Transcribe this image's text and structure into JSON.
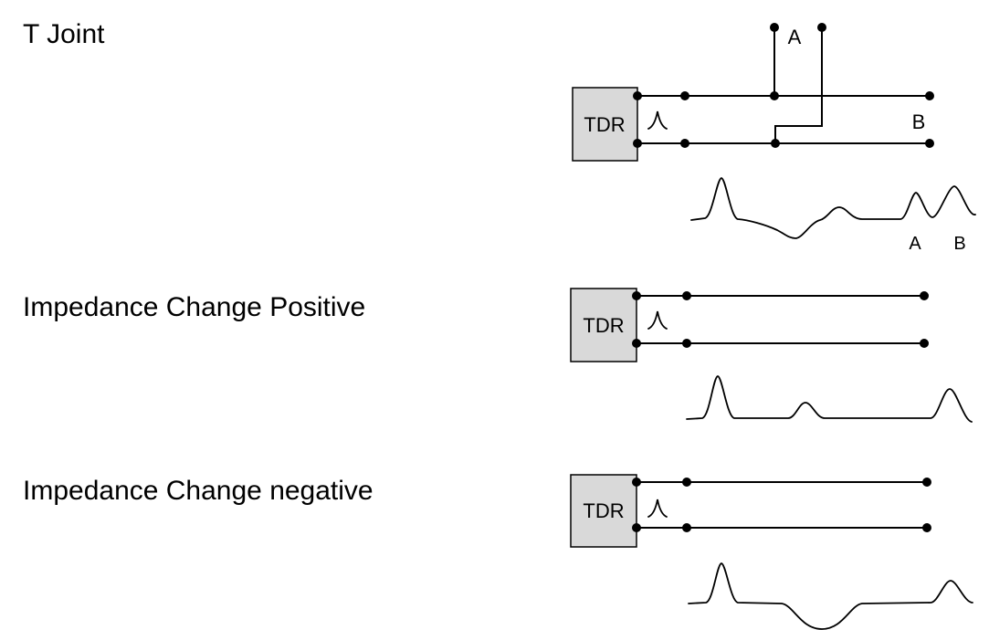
{
  "sections": [
    {
      "title": "T Joint",
      "tdr_label": "TDR",
      "branch_label_a": "A",
      "end_label_b": "B",
      "trace_label_a": "A",
      "trace_label_b": "B"
    },
    {
      "title": "Impedance Change Positive",
      "tdr_label": "TDR"
    },
    {
      "title": "Impedance Change negative",
      "tdr_label": "TDR"
    }
  ],
  "colors": {
    "background": "#ffffff",
    "line": "#000000",
    "tdr_box_fill": "#d9d9d9",
    "tdr_box_border": "#000000"
  }
}
